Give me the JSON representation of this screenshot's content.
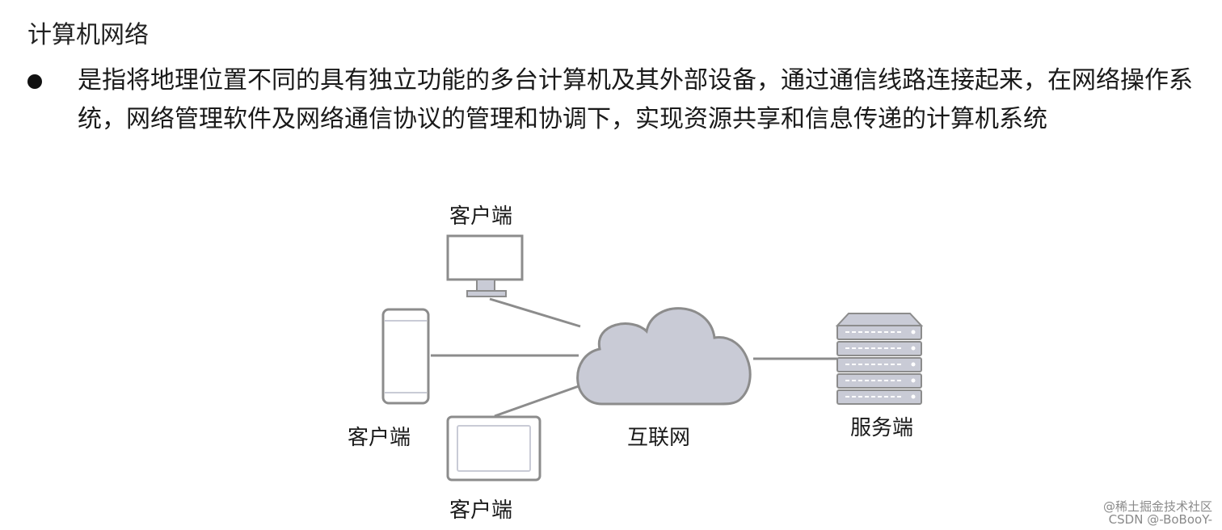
{
  "title": "计算机网络",
  "bullet": "是指将地理位置不同的具有独立功能的多台计算机及其外部设备，通过通信线路连接起来，在网络操作系统，网络管理软件及网络通信协议的管理和协调下，实现资源共享和信息传递的计算机系统",
  "diagram": {
    "client_top_label": "客户端",
    "client_left_label": "客户端",
    "client_bottom_label": "客户端",
    "internet_label": "互联网",
    "server_label": "服务端"
  },
  "watermark": {
    "line1": "@稀土掘金技术社区",
    "line2": "CSDN @-BoBooY-"
  },
  "colors": {
    "device_stroke": "#8c8c8c",
    "cloud_fill": "#c9cbd6",
    "server_fill": "#c9cbd6"
  }
}
